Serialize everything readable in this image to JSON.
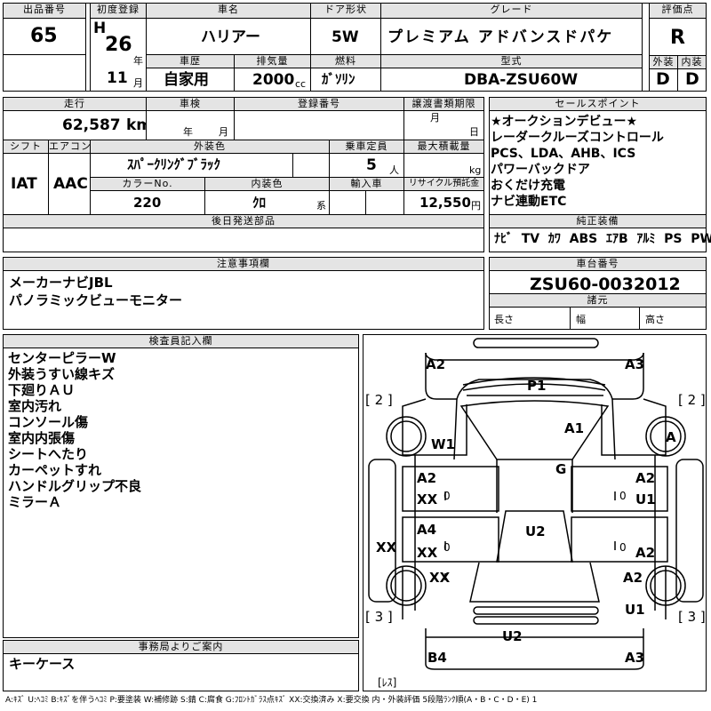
{
  "top": {
    "lot_label": "出品番号",
    "lot": "65",
    "reg_label": "初度登録",
    "era": "H",
    "year": "26",
    "year_unit": "年",
    "month": "11",
    "month_unit": "月",
    "name_label": "車名",
    "car_name": "ハリアー",
    "door_label": "ドア形状",
    "door": "5W",
    "grade_label": "グレード",
    "grade": "プレミアム アドバンスドパケ",
    "score_label": "評価点",
    "score": "R",
    "history_label": "車歴",
    "history": "自家用",
    "disp_label": "排気量",
    "disp": "2000",
    "disp_unit": "cc",
    "fuel_label": "燃料",
    "fuel": "ｶﾞｿﾘﾝ",
    "model_label": "型式",
    "model": "DBA-ZSU60W",
    "ext_label": "外装",
    "ext": "D",
    "int_label": "内装",
    "int": "D"
  },
  "row2": {
    "mileage_label": "走行",
    "mileage": "62,587",
    "mileage_unit": "km",
    "inspection_label": "車検",
    "y_unit": "年",
    "m_unit": "月",
    "plate_label": "登録番号",
    "doc_label": "譲渡書類期限",
    "doc_m": "月",
    "doc_d": "日",
    "sales_label": "セールスポイント",
    "sales": "★オークションデビュー★\nレーダークルーズコントロール\nPCS、LDA、AHB、ICS\nパワーバックドア\nおくだけ充電\nナビ連動ETC",
    "shift_label": "シフト",
    "shift": "IAT",
    "ac_label": "エアコン",
    "ac": "AAC",
    "color_label": "外装色",
    "color": "ｽﾊﾟｰｸﾘﾝｸﾞﾌﾞﾗｯｸ",
    "seats_label": "乗車定員",
    "seats": "5",
    "seats_unit": "人",
    "load_label": "最大積載量",
    "load_unit": "kg",
    "colorno_label": "カラーNo.",
    "colorno": "220",
    "intcolor_label": "内装色",
    "intcolor": "ｸﾛ",
    "intcolor_unit": "系",
    "import_label": "輸入車",
    "recycle_label": "リサイクル預託金",
    "recycle": "12,550",
    "recycle_unit": "円",
    "later_label": "後日発送部品",
    "equip_label": "純正装備",
    "equip": "ﾅﾋﾞ  TV  ｶﾜ  ABS  ｴｱB  ｱﾙﾐ  PS  PW"
  },
  "notes": {
    "label": "注意事項欄",
    "text": "メーカーナビJBL\nパノラミックビューモニター"
  },
  "chassis": {
    "label": "車台番号",
    "value": "ZSU60-0032012",
    "dim_label": "諸元",
    "length": "長さ",
    "width": "幅",
    "height": "高さ"
  },
  "inspector": {
    "label": "検査員記入欄",
    "text": "センターピラーW\n外装うすい線キズ\n下廻りＡＵ\n室内汚れ\nコンソール傷\n室内内張傷\nシートへたり\nカーペットすれ\nハンドルグリップ不良\nミラーＡ"
  },
  "office": {
    "label": "事務局よりご案内",
    "text": "キーケース"
  },
  "diagram": {
    "marks": [
      "A2",
      "A3",
      "[ 2 ]",
      "[ 2 ]",
      "P1",
      "A1",
      "W1",
      "A",
      "G",
      "A2",
      "XX",
      "0",
      "A2",
      "0",
      "U1",
      "A4",
      "XX",
      "0",
      "U2",
      "XX",
      "0",
      "A2",
      "XX",
      "A2",
      "U1",
      "[ 3 ]",
      "[ 3 ]",
      "U2",
      "B4",
      "A3",
      "[ﾚｽ]"
    ]
  },
  "legend": "A:ｷｽﾞ U:ﾍｺﾐ B:ｷｽﾞを伴うﾍｺﾐ P:要塗装 W:補修跡 S:錆 C:腐食 G:ﾌﾛﾝﾄｶﾞﾗｽ点ｷｽﾞ XX:交換済み X:要交換 内・外装評価 5段階ﾗﾝｸ順(A・B・C・D・E) 1"
}
